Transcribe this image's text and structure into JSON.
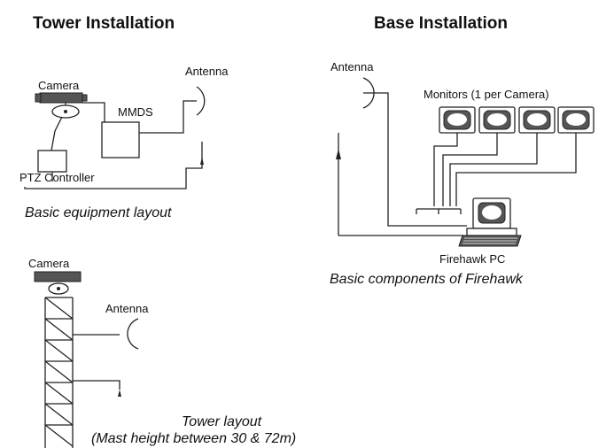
{
  "tower_section": {
    "heading": "Tower Installation",
    "equipment_layout": {
      "camera_label": "Camera",
      "mmds_label": "MMDS",
      "antenna_label": "Antenna",
      "ptz_label": "PTZ Controller",
      "caption": "Basic equipment layout"
    },
    "tower_layout": {
      "camera_label": "Camera",
      "antenna_label": "Antenna",
      "caption_line1": "Tower layout",
      "caption_line2": "(Mast height between 30 & 72m)"
    }
  },
  "base_section": {
    "heading": "Base Installation",
    "antenna_label": "Antenna",
    "monitors_label": "Monitors (1 per Camera)",
    "pc_label": "Firehawk PC",
    "caption": "Basic components of Firehawk"
  }
}
